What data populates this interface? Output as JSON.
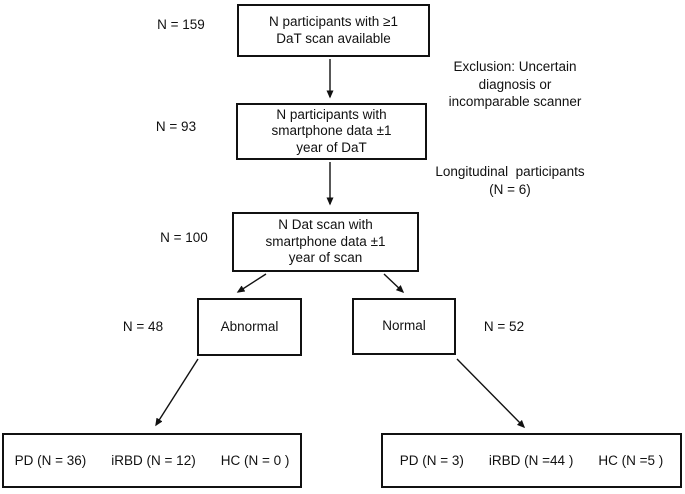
{
  "figure": {
    "colors": {
      "ink": "#111111",
      "background": "#ffffff"
    },
    "nodes": {
      "scan_available": {
        "count": "N = 159",
        "lines": [
          "N participants with ≥1",
          "DaT scan available"
        ]
      },
      "smartphone_dat": {
        "count": "N = 93",
        "lines": [
          "N participants with",
          "smartphone data ±1",
          "year of DaT"
        ]
      },
      "dat_scan_window": {
        "count": "N = 100",
        "lines": [
          "N Dat scan with",
          "smartphone data ±1",
          "year of scan"
        ]
      },
      "abnormal": {
        "count": "N = 48",
        "label": "Abnormal"
      },
      "normal": {
        "count": "N = 52",
        "label": "Normal"
      },
      "abnormal_groups": {
        "items": [
          "PD (N = 36)",
          "iRBD (N = 12)",
          "HC (N = 0 )"
        ]
      },
      "normal_groups": {
        "items": [
          "PD (N = 3)",
          "iRBD (N =44 )",
          "HC (N =5 )"
        ]
      }
    },
    "annotations": {
      "exclusion": {
        "lines": [
          "Exclusion: Uncertain",
          "diagnosis or",
          "incomparable scanner"
        ]
      },
      "longitudinal": {
        "lines": [
          "Longitudinal  participants",
          "(N = 6)"
        ]
      }
    }
  }
}
